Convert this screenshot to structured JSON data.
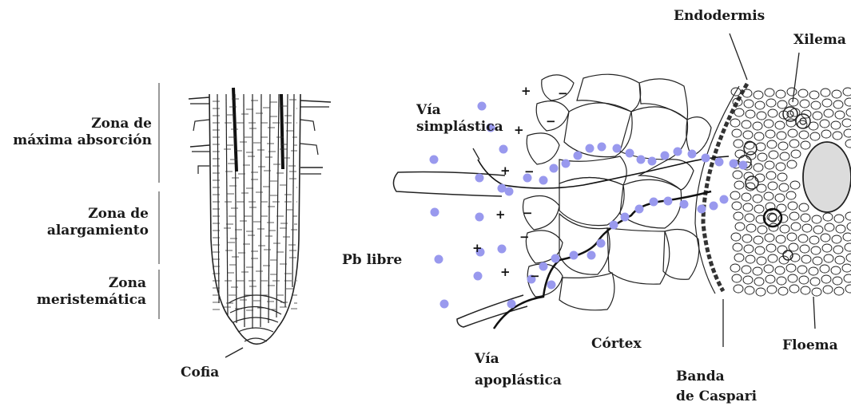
{
  "labels": {
    "zona_maxima_1": "Zona de",
    "zona_maxima_2": "máxima absorción",
    "zona_alarg_1": "Zona de",
    "zona_alarg_2": "alargamiento",
    "zona_merist_1": "Zona",
    "zona_merist_2": "meristemática",
    "cofia": "Cofia",
    "via_simp_1": "Vía",
    "via_simp_2": "simplástica",
    "pb_libre": "Pb libre",
    "via_apo_1": "Vía",
    "via_apo_2": "apoplástica",
    "cortex": "Córtex",
    "banda_1": "Banda",
    "banda_2": "de Caspari",
    "endodermis": "Endodermis",
    "xilema": "Xilema",
    "floema": "Floema"
  },
  "charges": [
    "+",
    "−",
    "+",
    "−",
    "+",
    "−",
    "+",
    "−",
    "+",
    "−",
    "+",
    "−"
  ],
  "colors": {
    "ion_dot": "#9999ee",
    "ink": "#1a1a1a"
  }
}
